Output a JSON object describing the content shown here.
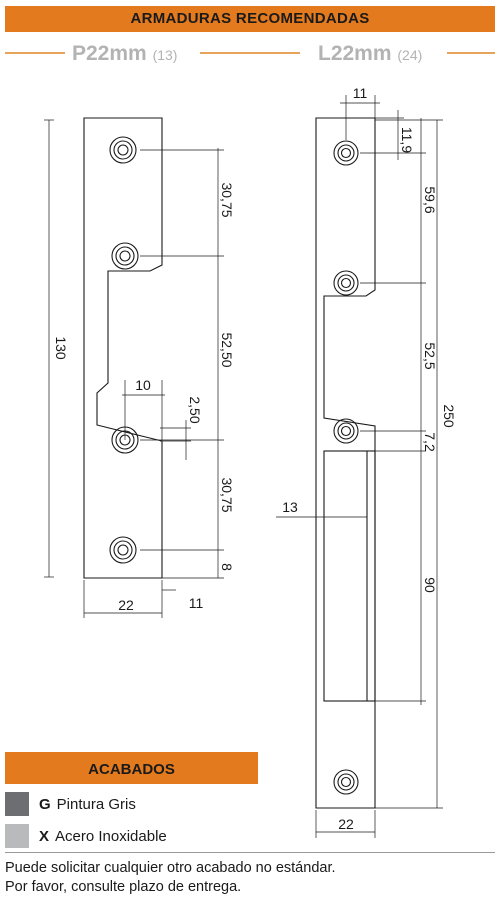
{
  "title": "ARMADURAS RECOMENDADAS",
  "models": [
    {
      "name": "P22mm",
      "count": "(13)"
    },
    {
      "name": "L22mm",
      "count": "(24)"
    }
  ],
  "left_dims": {
    "h1": "30,75",
    "h2": "52,50",
    "h3": "30,75",
    "h4": "8",
    "total": "130",
    "d10": "10",
    "d250": "2,50",
    "w22": "22",
    "w11": "11"
  },
  "right_dims": {
    "top11": "11",
    "top119": "11,9",
    "h59": "59,6",
    "h52": "52,5",
    "h72": "7,2",
    "total": "250",
    "w13": "13",
    "h90": "90",
    "w22": "22"
  },
  "finishes": {
    "header": "ACABADOS",
    "items": [
      {
        "code": "G",
        "label": "Pintura Gris",
        "color": "#6d6e71"
      },
      {
        "code": "X",
        "label": "Acero Inoxidable",
        "color": "#b9babc"
      }
    ]
  },
  "note": {
    "line1": "Puede solicitar cualquier otro acabado no estándar.",
    "line2": "Por favor, consulte plazo de entrega."
  },
  "colors": {
    "accent": "#e37a1e",
    "rule": "#e6a45a",
    "model_text": "#b3b3b3"
  }
}
